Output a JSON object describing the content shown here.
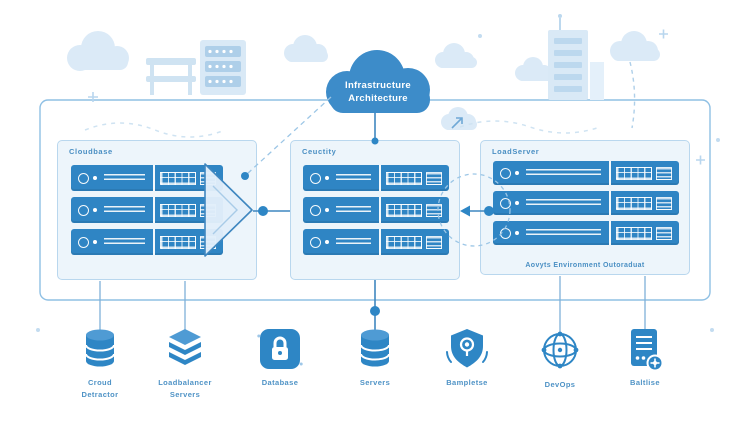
{
  "title": {
    "line1": "Infrastructure",
    "line2": "Architecture"
  },
  "panels": {
    "left": {
      "label": "Cloudbase"
    },
    "middle": {
      "label": "Ceuctity"
    },
    "right": {
      "label": "LoadServer",
      "caption": "Aovyts Environment Outoraduat"
    }
  },
  "bottom_icons": [
    {
      "icon": "database-cylinder-icon",
      "label_line1": "Croud",
      "label_line2": "Detractor"
    },
    {
      "icon": "stacked-layers-icon",
      "label_line1": "Loadbalancer",
      "label_line2": "Servers"
    },
    {
      "icon": "lock-badge-icon",
      "label_line1": "Database",
      "label_line2": ""
    },
    {
      "icon": "database-cylinder-icon",
      "label_line1": "Servers",
      "label_line2": ""
    },
    {
      "icon": "shield-pin-icon",
      "label_line1": "Bampletse",
      "label_line2": ""
    },
    {
      "icon": "globe-network-icon",
      "label_line1": "DevOps",
      "label_line2": ""
    },
    {
      "icon": "server-document-icon",
      "label_line1": "Baltlise",
      "label_line2": ""
    }
  ],
  "colors": {
    "primary_blue": "#2e86c5",
    "cloud_blue": "#3d8cc9",
    "panel_fill": "#edf5fb",
    "panel_border": "#b9d7ee",
    "light_decor": "#dbeaf7",
    "label_blue": "#4a8fc3"
  }
}
